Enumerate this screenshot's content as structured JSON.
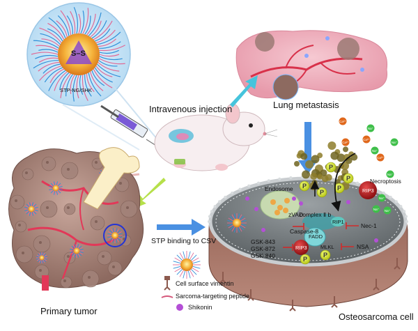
{
  "labels": {
    "nanogel_name": "STP-NG/SHK",
    "disulfide": "S–S",
    "intravenous": "Intravenous injection",
    "lung_metastasis": "Lung metastasis",
    "primary_tumor": "Primary tumor",
    "stp_binding": "STP binding to CSV",
    "osteosarcoma_cell": "Osteosarcoma cell",
    "endosome": "Endosome",
    "necroptosis": "Necroptosis",
    "complex_iib": "complex Ⅱ b",
    "zvad": "zVAD",
    "caspase8": "Caspase-8",
    "ripk1": "RIP1",
    "fadd": "FADD",
    "mlkl": "MLKL",
    "ripk3": "RIP3",
    "ripk3_top": "RIP3",
    "gsk843": "GSK-843",
    "gsk872": "GSK-872",
    "gsk840": "GSK-840",
    "nec1": "Nec-1",
    "nsa": "NSA",
    "phospho": "P"
  },
  "ions": {
    "ca": "Ca²⁺",
    "na": "Na⁺"
  },
  "legend": {
    "vimentin": "Cell surface vimentin",
    "peptide": "Sarcoma-targeting peptide",
    "shikonin": "Shikonin"
  },
  "colors": {
    "arrow_blue": "#4a90e2",
    "arrow_cyan": "#46c4dc",
    "arrow_lime": "#b6e04a",
    "shikonin": "#b44fd6",
    "inhibitor_red": "#d12a2a",
    "ca_ion": "#e0681c",
    "na_ion": "#3fbf4a"
  }
}
